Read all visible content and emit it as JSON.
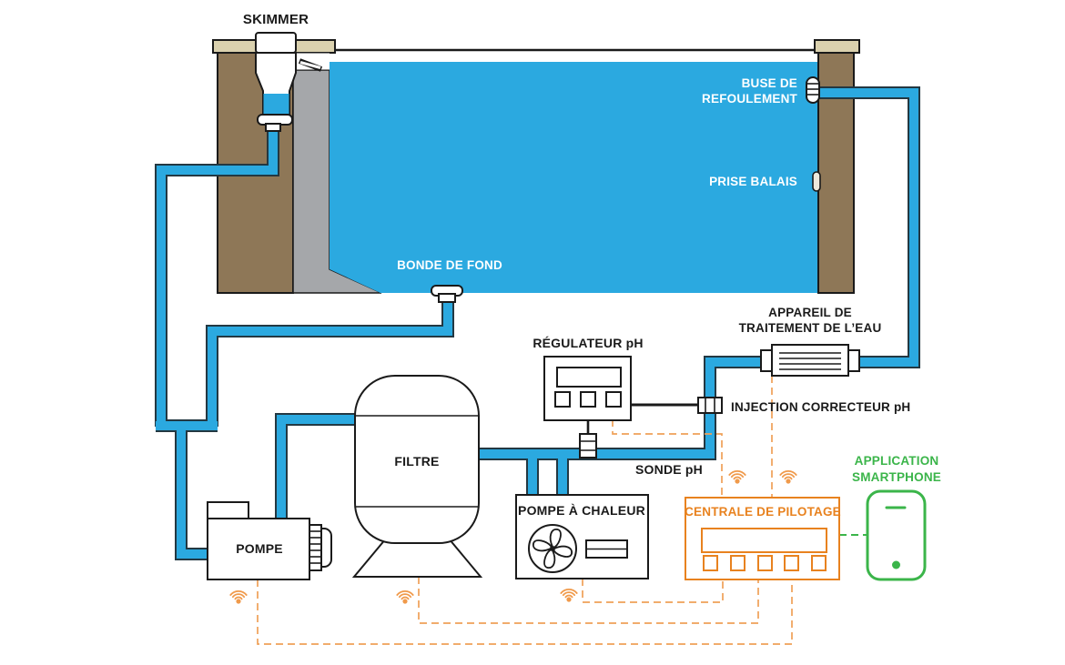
{
  "labels": {
    "skimmer": "SKIMMER",
    "buse_1": "BUSE DE",
    "buse_2": "REFOULEMENT",
    "prise_balais": "PRISE BALAIS",
    "bonde_de_fond": "BONDE DE FOND",
    "regulateur_ph": "RÉGULATEUR pH",
    "appareil_1": "APPAREIL DE",
    "appareil_2": "TRAITEMENT DE L’EAU",
    "injection_ph": "INJECTION CORRECTEUR pH",
    "sonde_ph": "SONDE pH",
    "filtre": "FILTRE",
    "pompe": "POMPE",
    "pompe_a_chaleur": "POMPE À CHALEUR",
    "centrale_pilotage": "CENTRALE DE PILOTAGE",
    "app_1": "APPLICATION",
    "app_2": "SMARTPHONE"
  },
  "colors": {
    "water_and_pipes": "#2ba9e0",
    "pipe_outline": "#233842",
    "wall_brown": "#8e7757",
    "coping_tan": "#dad1ae",
    "liner_gray": "#a5a7aa",
    "outline_black": "#1a1a1a",
    "accent_orange": "#e8821f",
    "dashed_orange": "#efa058",
    "accent_green": "#3bb54a",
    "label_white": "#ffffff"
  },
  "connections": {
    "wireless_to_control_unit": [
      "POMPE",
      "FILTRE",
      "POMPE À CHALEUR",
      "RÉGULATEUR pH",
      "APPAREIL DE TRAITEMENT DE L’EAU"
    ],
    "control_unit_to_phone": "CENTRALE DE PILOTAGE → APPLICATION SMARTPHONE"
  }
}
